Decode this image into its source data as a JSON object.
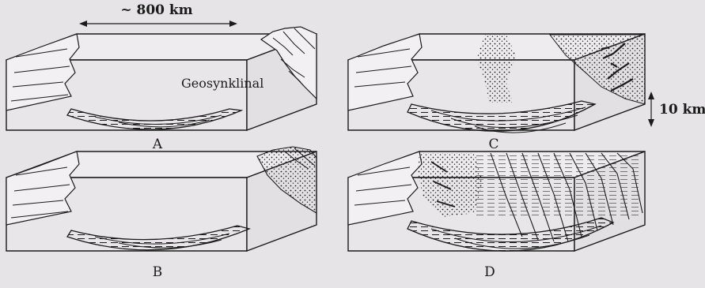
{
  "figure": {
    "scale_top": "~ 800 km",
    "scale_side": "10 km",
    "geosyncline_label": "Geosynklinal"
  },
  "panels": [
    {
      "id": "A",
      "label": "A"
    },
    {
      "id": "B",
      "label": "B"
    },
    {
      "id": "C",
      "label": "C"
    },
    {
      "id": "D",
      "label": "D"
    }
  ],
  "colors": {
    "ink": "#1b1b1b",
    "paper": "#e6e4e6"
  }
}
